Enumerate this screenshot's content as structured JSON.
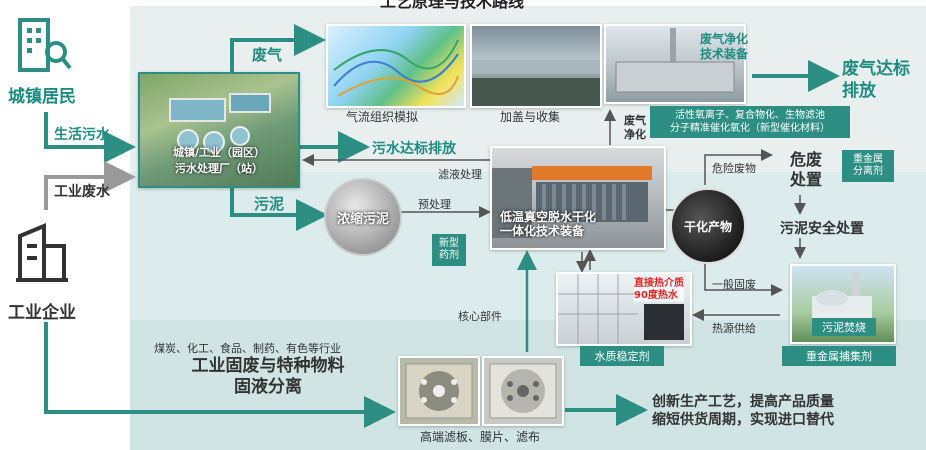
{
  "top_title": "工艺原理与技术路线",
  "residents": {
    "label": "城镇居民"
  },
  "enterprise": {
    "label": "工业企业"
  },
  "flows": {
    "domestic_sewage": "生活污水",
    "industrial_wastewater": "工业废水",
    "exhaust_gas": "废气",
    "sewage_discharge": "污水达标排放",
    "sludge": "污泥",
    "filtrate_treatment": "滤液处理",
    "pretreatment": "预处理",
    "exhaust_purify": "废气\n净化",
    "hazardous_waste": "危险废物",
    "general_solid": "一般固废",
    "heat_supply": "热源供给",
    "core_parts": "核心部件",
    "gas_standard": "废气达标\n排放"
  },
  "plant": {
    "label": "城镇/工业（园区）\n污水处理厂（站）"
  },
  "airflow": {
    "caption": "气流组织模拟"
  },
  "cover": {
    "caption": "加盖与收集"
  },
  "gas_device": {
    "label": "废气净化\n技术装备"
  },
  "gas_methods": {
    "text": "活性氧离子、复合物化、生物滤池\n分子精准催化氧化（新型催化材料）"
  },
  "sludge_conc": {
    "label": "浓缩污泥"
  },
  "new_agent": {
    "label": "新型\n药剂"
  },
  "core_device": {
    "label": "低温真空脱水干化\n一体化技术装备"
  },
  "dry_product": {
    "label": "干化产物"
  },
  "hazard": {
    "title": "危废\n处置",
    "tag": "重金属\n分离剂"
  },
  "safe_disposal": {
    "label": "污泥安全处置"
  },
  "heat_tank": {
    "overlay": "直接热介质\n90度热水",
    "caption": "水质稳定剂"
  },
  "incinerate": {
    "label": "污泥焚烧",
    "caption": "重金属捕集剂"
  },
  "industry_text": {
    "sub": "煤炭、化工、食品、制药、有色等行业",
    "main": "工业固废与特种物料\n固液分离"
  },
  "filter_plates": {
    "caption": "高端滤板、膜片、滤布"
  },
  "innovation": {
    "text": "创新生产工艺，提高产品质量\n缩短供货周期，实现进口替代"
  },
  "colors": {
    "accent": "#1f8c80",
    "arrow": "#2d8f84",
    "band_top": "#e9eeee",
    "band_mid": "#dcebeb",
    "band_bot": "#cfe4e3"
  }
}
